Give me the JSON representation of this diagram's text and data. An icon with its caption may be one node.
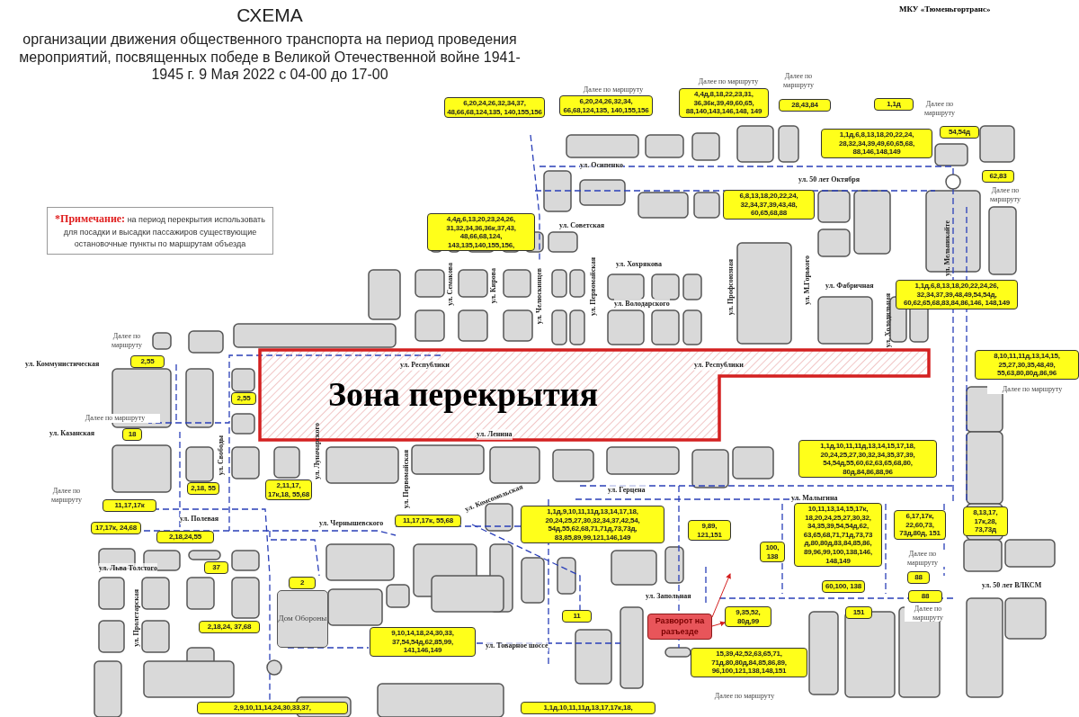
{
  "diagram": {
    "title": "СХЕМА",
    "nodes": [
      {
        "text": [
          "*Примечание:",
          "на период перекрытия использовать для посадки и высадки пассажиров существующие остановочные пункты по маршрутам объезда"
        ]
      },
      {
        "text": [
          "6,20,24,26,32,34,37, 48,66,68,124,135, 140,155,156"
        ]
      },
      {
        "text": [
          "6,20,24,26,32,34, 66,68,124,135, 140,155,156"
        ]
      },
      {
        "text": [
          "4,4д,8,18,22,23,31, 36,36к,39,49,60,65, 88,140,143,146,148, 149"
        ]
      },
      {
        "text": [
          "28,43,84"
        ]
      },
      {
        "text": [
          "1,1д"
        ]
      },
      {
        "text": [
          "54,54д"
        ]
      },
      {
        "text": [
          "1,1д,6,8,13,18,20,22,24, 28,32,34,39,49,60,65,68, 88,146,148,149"
        ]
      },
      {
        "text": [
          "62,83"
        ]
      },
      {
        "text": [
          "6,8,13,18,20,22,24, 32,34,37,39,43,48, 60,65,68,88"
        ]
      },
      {
        "text": [
          "4,4д,6,13,20,23,24,26, 31,32,34,36,36к,37,43, 48,66,68,124, 143,135,140,155,156,"
        ]
      },
      {
        "text": [
          "1,1д,6,8,13,18,20,22,24,26, 32,34,37,39,48,49,54,54д, 60,62,65,68,83,84,86,146, 148,149"
        ]
      },
      {
        "text": [
          "Зона перекрытия"
        ]
      },
      {
        "text": [
          "8,10,11,11д,13,14,15, 25,27,30,35,48,49, 55,63,80,80д,86,96"
        ]
      },
      {
        "text": [
          "2,55"
        ]
      },
      {
        "text": [
          "2,55"
        ]
      },
      {
        "text": [
          "18"
        ]
      },
      {
        "text": [
          "1,1д,10,11,11д,13,14,15,17,18, 20,24,25,27,30,32,34,35,37,39, 54,54д,55,60,62,63,65,68,80, 80д,84,86,88,96"
        ]
      },
      {
        "text": [
          "2,18, 55"
        ]
      },
      {
        "text": [
          "2,11,17, 17к,18, 55,68"
        ]
      },
      {
        "text": [
          "11,17,17к"
        ]
      },
      {
        "text": [
          "1,1д,9,10,11,11д,13,14,17,18, 20,24,25,27,30,32,34,37,42,54, 54д,55,62,68,71,71д,73,73д, 83,85,89,99,121,146,149"
        ]
      },
      {
        "text": [
          "10,11,13,14,15,17к, 18,20,24,25,27,30,32, 34,35,39,54,54д,62, 63,65,68,71,71д,73,73 д,80,80д,83,84,85,86, 89,96,99,100,138,146, 148,149"
        ]
      },
      {
        "text": [
          "8,13,17, 17к,28, 73,73д"
        ]
      },
      {
        "text": [
          "6,17,17к, 22,60,73, 73д,80д, 151"
        ]
      },
      {
        "text": [
          "11,17,17к, 55,68"
        ]
      },
      {
        "text": [
          "9,89, 121,151"
        ]
      },
      {
        "text": [
          "17,17к, 24,68"
        ]
      },
      {
        "text": [
          "2,18,24,55"
        ]
      },
      {
        "text": [
          "100, 138"
        ]
      },
      {
        "text": [
          "37"
        ]
      },
      {
        "text": [
          "88"
        ]
      },
      {
        "text": [
          "2"
        ]
      },
      {
        "text": [
          "60,100, 138"
        ]
      },
      {
        "text": [
          "88"
        ]
      },
      {
        "text": [
          "151"
        ]
      },
      {
        "text": [
          "9,35,52, 80д,99"
        ]
      },
      {
        "text": [
          "11"
        ]
      },
      {
        "text": [
          "Разворот на разъезде"
        ]
      },
      {
        "text": [
          "2,18,24, 37,68"
        ]
      },
      {
        "text": [
          "9,10,14,18,24,30,33, 37,54,54д,62,85,99, 141,146,149"
        ]
      },
      {
        "text": [
          "Дом Обороны"
        ]
      },
      {
        "text": [
          "15,39,42,52,63,65,71, 71д,80,80д,84,85,86,89, 96,100,121,138,148,151"
        ]
      },
      {
        "text": [
          "2,9,10,11,14,24,30,33,37,"
        ]
      },
      {
        "text": [
          "1,1д,10,11,11д,13,17,17к,18,"
        ]
      }
    ],
    "edges": [
      {
        "from": 38,
        "to": null,
        "arrow": "to"
      },
      {
        "from": 38,
        "to": 36,
        "arrow": "to"
      }
    ],
    "labels": [
      "организации движения общественного транспорта на период проведения мероприятий, посвященных победе в Великой Отечественной войне 1941-1945 г. 9 Мая 2022 с 04-00 до 17-00",
      "МКУ «Тюменьгортранс»",
      "Далее по маршруту",
      "Далее по маршруту",
      "Далее по маршруту",
      "Далее по маршруту",
      "ул. Осипенко",
      "ул. 50 лет Октября",
      "Далее по маршруту",
      "ул. Советская",
      "ул. Мельникайте",
      "ул. Семакова",
      "ул. Кирова",
      "ул. Челюскинцев",
      "ул. Первомайская",
      "ул. Хохрякова",
      "ул. Профсоюзная",
      "ул. М.Горького",
      "ул. Фабричная",
      "ул. Володарского",
      "ул. Холодильная",
      "Далее по маршруту",
      "ул. Коммунистическая",
      "ул. Республики",
      "ул. Республики",
      "Далее по маршруту",
      "Далее по маршруту",
      "ул. Казанская",
      "ул. Ленина",
      "ул. Свободы",
      "ул. Луначарского",
      "ул. Первомайская",
      "Далее по маршруту",
      "ул. Герцена",
      "ул. Малыгина",
      "ул. Полевая",
      "ул. Чернышевского",
      "ул. Комсомольская",
      "Далее по маршруту",
      "ул. Льва Толстого",
      "ул. 50 лет ВЛКСМ",
      "ул. Запольная",
      "Далее по маршруту",
      "ул. Пролетарская",
      "ул. Товарное шоссе",
      "Далее по маршруту"
    ]
  }
}
